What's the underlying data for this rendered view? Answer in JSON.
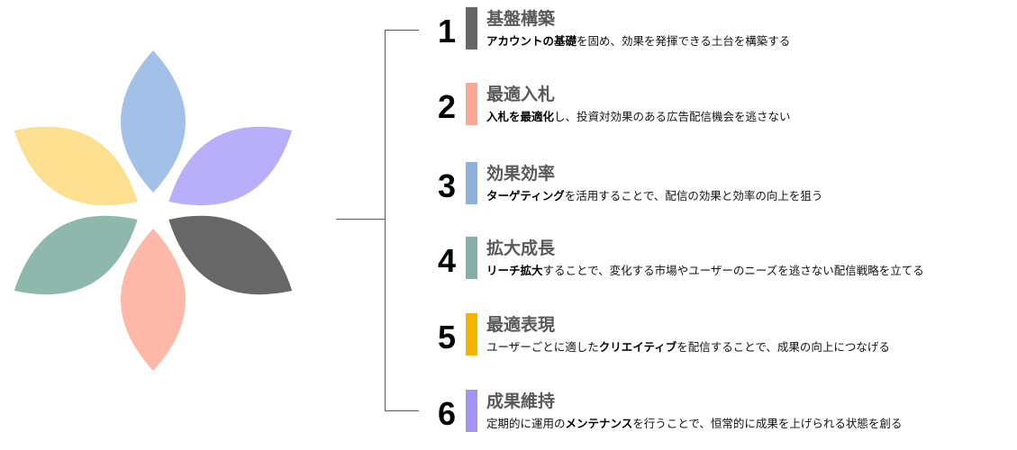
{
  "colors": {
    "petals": [
      "#a3c0e8",
      "#b9aef8",
      "#676767",
      "#fdb8a8",
      "#8fb8ac",
      "#fde08f"
    ],
    "line": "#595959"
  },
  "steps": [
    {
      "number": "1",
      "title": "基盤構築",
      "color": "#666666",
      "desc": [
        {
          "text": "アカウントの基礎",
          "bold": true
        },
        {
          "text": "を固め、効果を発揮できる土台を構築する",
          "bold": false
        }
      ]
    },
    {
      "number": "2",
      "title": "最適入札",
      "color": "#fca796",
      "desc": [
        {
          "text": "入札を最適化",
          "bold": true
        },
        {
          "text": "し、投資対効果のある広告配信機会を逃さない",
          "bold": false
        }
      ]
    },
    {
      "number": "3",
      "title": "効果効率",
      "color": "#8fb1dc",
      "desc": [
        {
          "text": "ターゲティング",
          "bold": true
        },
        {
          "text": "を活用することで、配信の効果と効率の向上を狙う",
          "bold": false
        }
      ]
    },
    {
      "number": "4",
      "title": "拡大成長",
      "color": "#86aea6",
      "desc": [
        {
          "text": "リーチ拡大",
          "bold": true
        },
        {
          "text": "することで、変化する市場やユーザーのニーズを逃さない配信戦略を立てる",
          "bold": false
        }
      ]
    },
    {
      "number": "5",
      "title": "最適表現",
      "color": "#f5b400",
      "desc": [
        {
          "text": "ユーザーごとに適した",
          "bold": false
        },
        {
          "text": "クリエイティブ",
          "bold": true
        },
        {
          "text": "を配信することで、成果の向上につなげる",
          "bold": false
        }
      ]
    },
    {
      "number": "6",
      "title": "成果維持",
      "color": "#a393f5",
      "desc": [
        {
          "text": "定期的に運用の",
          "bold": false
        },
        {
          "text": "メンテナンス",
          "bold": true
        },
        {
          "text": "を行うことで、恒常的に成果を上げられる状態を創る",
          "bold": false
        }
      ]
    }
  ]
}
